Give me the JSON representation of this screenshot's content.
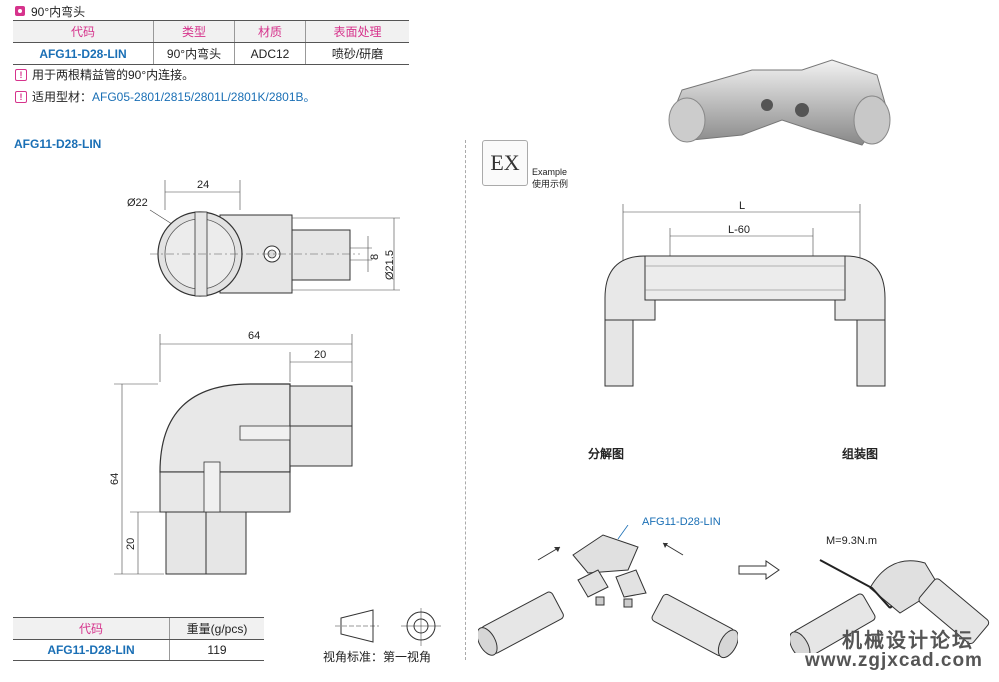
{
  "header": {
    "title": "90°内弯头"
  },
  "spec_table": {
    "headers": [
      "代码",
      "类型",
      "材质",
      "表面处理"
    ],
    "row": [
      "AFG11-D28-LIN",
      "90°内弯头",
      "ADC12",
      "喷砂/研磨"
    ]
  },
  "notes": [
    {
      "text": "用于两根精益管的90°内连接。"
    },
    {
      "prefix": "适用型材：",
      "value": "AFG05-2801/2815/2801L/2801K/2801B。"
    }
  ],
  "section_title": "AFG11-D28-LIN",
  "top_view_dims": {
    "width": "24",
    "diameter": "Ø22",
    "offset": "8",
    "outer_diameter": "Ø21.5"
  },
  "side_view_dims": {
    "width": "64",
    "height": "64",
    "arm_top": "20",
    "arm_left": "20"
  },
  "weight_table": {
    "headers": [
      "代码",
      "重量(g/pcs)"
    ],
    "row": [
      "AFG11-D28-LIN",
      "119"
    ]
  },
  "projection": {
    "label": "视角标准：第一视角"
  },
  "example": {
    "badge": "EX",
    "title": "Example",
    "subtitle": "使用示例"
  },
  "assembly_dims": {
    "outer": "L",
    "inner": "L-60"
  },
  "captions": {
    "exploded": "分解图",
    "assembled": "组装图"
  },
  "part_label": "AFG11-D28-LIN",
  "torque": "M=9.3N.m",
  "watermark": {
    "name": "机械设计论坛",
    "url": "www.zgjxcad.com"
  }
}
